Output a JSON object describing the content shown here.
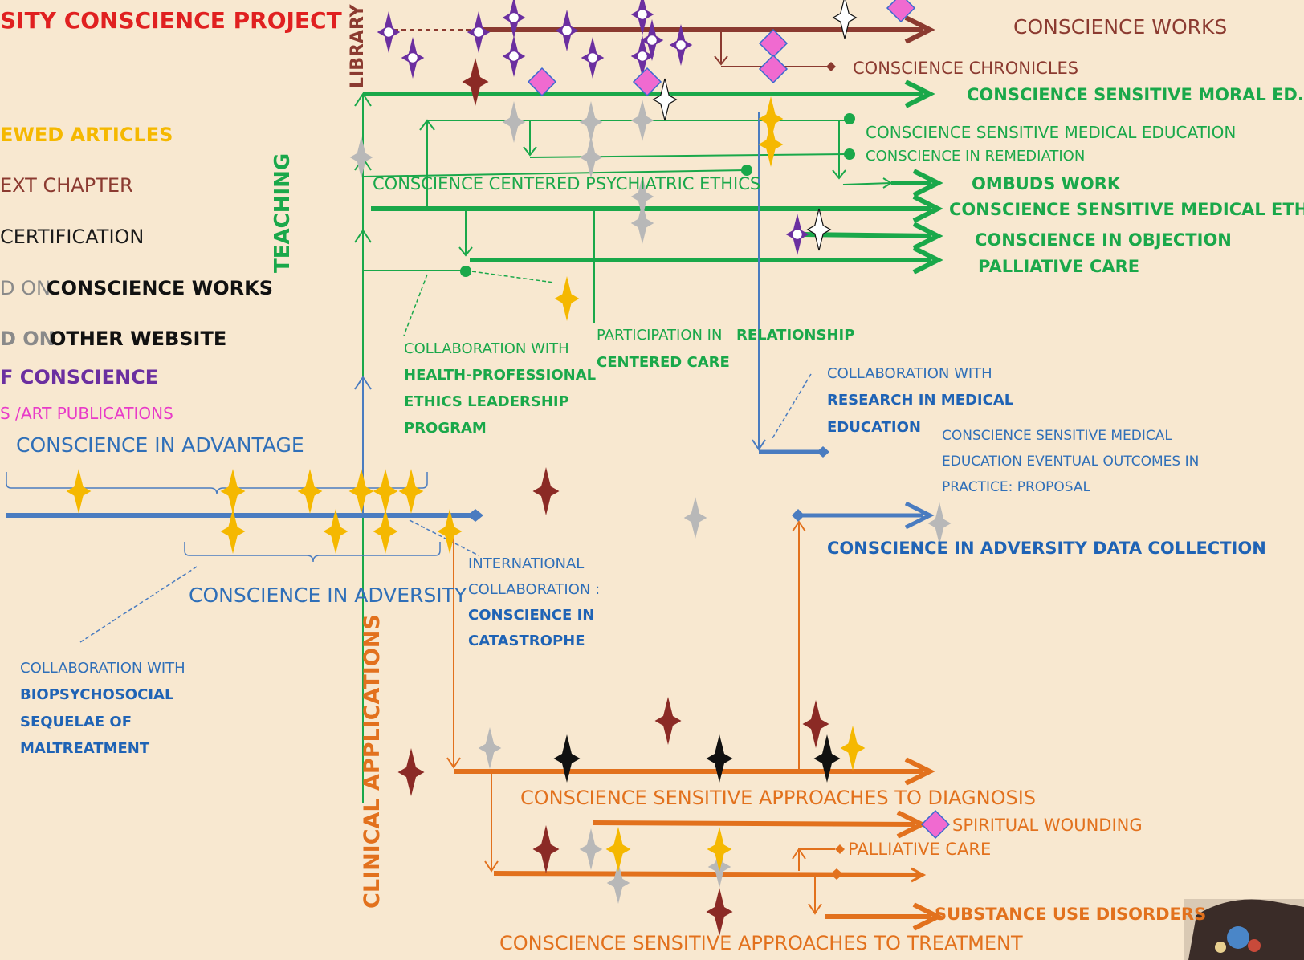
{
  "title": "SITY CONSCIENCE PROJECT",
  "legend": {
    "reviewed_articles": "EWED ARTICLES",
    "text_chapter": "EXT CHAPTER",
    "certification": "CERTIFICATION",
    "on_cw_prefix": "D ON",
    "on_cw_name": "CONSCIENCE WORKS",
    "on_other_prefix": "D ON",
    "on_other_name": "OTHER WEBSITE",
    "of_conscience": "F CONSCIENCE",
    "art_publications_prefix": "S /",
    "art_publications": "ART PUBLICATIONS"
  },
  "section_labels": {
    "library": "LIBRARY",
    "teaching": "TEACHING",
    "clinical": "CLINICAL APPLICATIONS"
  },
  "library": {
    "works": "CONSCIENCE WORKS",
    "chronicles": "CONSCIENCE CHRONICLES"
  },
  "teaching": {
    "moral_ed": "CONSCIENCE SENSITIVE MORAL ED.",
    "medical_education": "CONSCIENCE SENSITIVE MEDICAL EDUCATION",
    "remediation": "CONSCIENCE IN REMEDIATION",
    "psychiatric_ethics": "CONSCIENCE CENTERED PSYCHIATRIC ETHICS",
    "ombuds": "OMBUDS WORK",
    "medical_ethics": "CONSCIENCE SENSITIVE MEDICAL ETHICS",
    "objection": "CONSCIENCE IN OBJECTION",
    "palliative": "PALLIATIVE  CARE",
    "collab_with": "COLLABORATION WITH",
    "collab_hp1": "HEALTH-PROFESSIONAL",
    "collab_hp2": "ETHICS LEADERSHIP",
    "collab_hp3": "PROGRAM",
    "participation_prefix": "PARTICIPATION IN",
    "participation_rel": "RELATIONSHIP",
    "participation_rel2": "CENTERED CARE"
  },
  "research": {
    "advantage": "CONSCIENCE IN ADVANTAGE",
    "adversity": "CONSCIENCE IN ADVERSITY",
    "collab_rme": "COLLABORATION WITH",
    "rme1": "RESEARCH IN MEDICAL",
    "rme2": "EDUCATION",
    "outcomes1": "CONSCIENCE SENSITIVE MEDICAL",
    "outcomes2": "EDUCATION EVENTUAL OUTCOMES IN",
    "outcomes3": "PRACTICE: PROPOSAL",
    "data_collection": "CONSCIENCE IN ADVERSITY DATA COLLECTION",
    "intl1": "INTERNATIONAL",
    "intl2": "COLLABORATION :",
    "intl3": "CONSCIENCE IN",
    "intl4": "CATASTROPHE",
    "bio_collab": "COLLABORATION WITH",
    "bio1": "BIOPSYCHOSOCIAL",
    "bio2": "SEQUELAE OF",
    "bio3": "MALTREATMENT"
  },
  "clinical": {
    "diagnosis": "CONSCIENCE SENSITIVE APPROACHES TO DIAGNOSIS",
    "spiritual": "SPIRITUAL WOUNDING",
    "palliative": "PALLIATIVE CARE",
    "substance": "SUBSTANCE  USE DISORDERS",
    "treatment": "CONSCIENCE SENSITIVE APPROACHES TO TREATMENT"
  },
  "colors": {
    "background": "#f8e8d0",
    "library": "#8b3a30",
    "teaching": "#1aa84a",
    "research": "#4a7cc0",
    "clinical": "#e2711d",
    "title": "#e02020",
    "gold": "#f5b800",
    "purple": "#6b2fa0",
    "pink": "#f06ad0",
    "gray": "#b8b8b8",
    "maroon": "#8b2a25"
  }
}
